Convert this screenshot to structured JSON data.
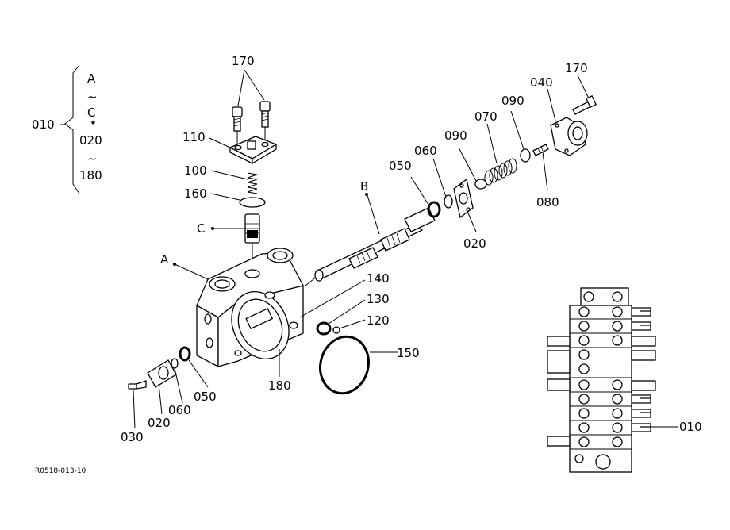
{
  "labels": {
    "l170a": "170",
    "l170b": "170",
    "l110": "110",
    "l100": "100",
    "l160": "160",
    "lC": "C",
    "lA": "A",
    "lB": "B",
    "l050a": "050",
    "l060a": "060",
    "l090a": "090",
    "l070": "070",
    "l090b": "090",
    "l040": "040",
    "l080": "080",
    "l020a": "020",
    "l140": "140",
    "l130": "130",
    "l120": "120",
    "l150": "150",
    "l180": "180",
    "l050b": "050",
    "l060b": "060",
    "l020b": "020",
    "l030": "030",
    "l010b": "010"
  },
  "legend": {
    "group_label": "010",
    "line1": "A",
    "tilde1": "~",
    "line2": "C",
    "dot": "•",
    "line3": "020",
    "tilde2": "~",
    "line4": "180"
  },
  "drawing_code": "R0518-013-10"
}
